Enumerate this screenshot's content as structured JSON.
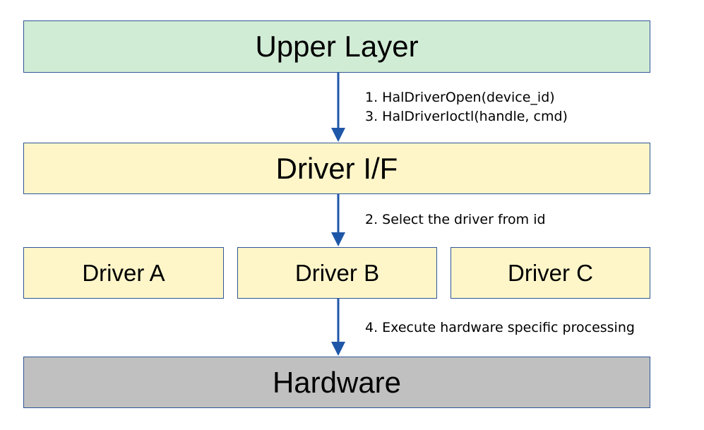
{
  "colors": {
    "upper_layer": "#d1ecd5",
    "driver": "#fef6c9",
    "hardware": "#c0c0c0",
    "border": "#2f5597",
    "arrow": "#1f57a8"
  },
  "layers": {
    "upper": "Upper Layer",
    "driver_if": "Driver I/F",
    "hardware": "Hardware"
  },
  "drivers": [
    "Driver A",
    "Driver B",
    "Driver C"
  ],
  "steps": {
    "upper_to_if": [
      "1. HalDriverOpen(device_id)",
      "3. HalDriverIoctl(handle, cmd)"
    ],
    "if_to_driver": "2. Select the driver from id",
    "driver_to_hw": "4. Execute hardware specific processing"
  }
}
